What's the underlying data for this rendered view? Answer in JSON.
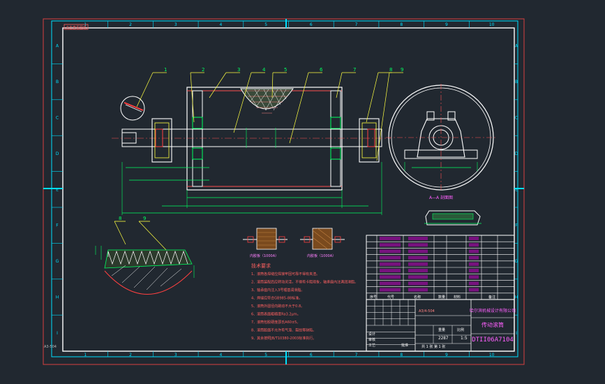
{
  "drawing": {
    "frame_tag": "A3-504",
    "sheet_size_label": "A3/4-504",
    "grid_numbers_top": [
      "1",
      "2",
      "3",
      "4",
      "5",
      "6",
      "7",
      "8",
      "9",
      "10"
    ],
    "grid_numbers_bottom": [
      "1",
      "2",
      "3",
      "4",
      "5",
      "6",
      "7",
      "8",
      "9",
      "10"
    ],
    "grid_letters_left": [
      "A",
      "B",
      "C",
      "D",
      "E",
      "F",
      "G",
      "H",
      "I"
    ],
    "grid_letters_right": [
      "A",
      "B",
      "C",
      "D",
      "E",
      "F",
      "G",
      "H",
      "I"
    ],
    "balloons": [
      "1",
      "2",
      "3",
      "4",
      "5",
      "6",
      "7",
      "8",
      "9"
    ],
    "section_view_label": "A—A 剖面图",
    "detail_label_left": "内胶板（1000A）",
    "detail_label_right": "内胶板（1000A）",
    "tech_req_title": "技术要求",
    "tech_requirements": [
      "1、滚筒各焊缝应焊接牢固可靠不得有夹渣。",
      "2、滚筒装配后应转动灵活，不得有卡阻现象，轴承座内注满润滑脂。",
      "3、轴承座内注入3号锂基润滑脂。",
      "4、焊缝应符合GB985-88标准。",
      "5、滚筒外圆径向跳动不大于0.8。",
      "6、滚筒表面粗糙度Ra3.2μm。",
      "7、滚筒包胶硬度邵氏A60±5。",
      "8、滚筒胶面不允许有气泡、裂纹等缺陷。",
      "9、其余按照JB/T10380-2003标准执行。"
    ],
    "part_no_header": "序号",
    "part_code_header": "代号",
    "part_name_header": "名称",
    "part_qty_header": "数量",
    "part_material_header": "材料",
    "part_remark_header": "备注",
    "company_name": "哈尔滨机械设计有限公司",
    "drawing_title": "传动滚筒",
    "drawing_code": "DTII06A7104",
    "scale_label": "比例",
    "scale_value": "1:5",
    "weight_label": "重量",
    "weight_value": "2287",
    "sheet_label": "共 1 张 第 1 张",
    "designer_label": "设计",
    "checker_label": "审核",
    "craft_label": "工艺",
    "approval_label": "批准",
    "stamp_text": "点击查看图纸"
  }
}
